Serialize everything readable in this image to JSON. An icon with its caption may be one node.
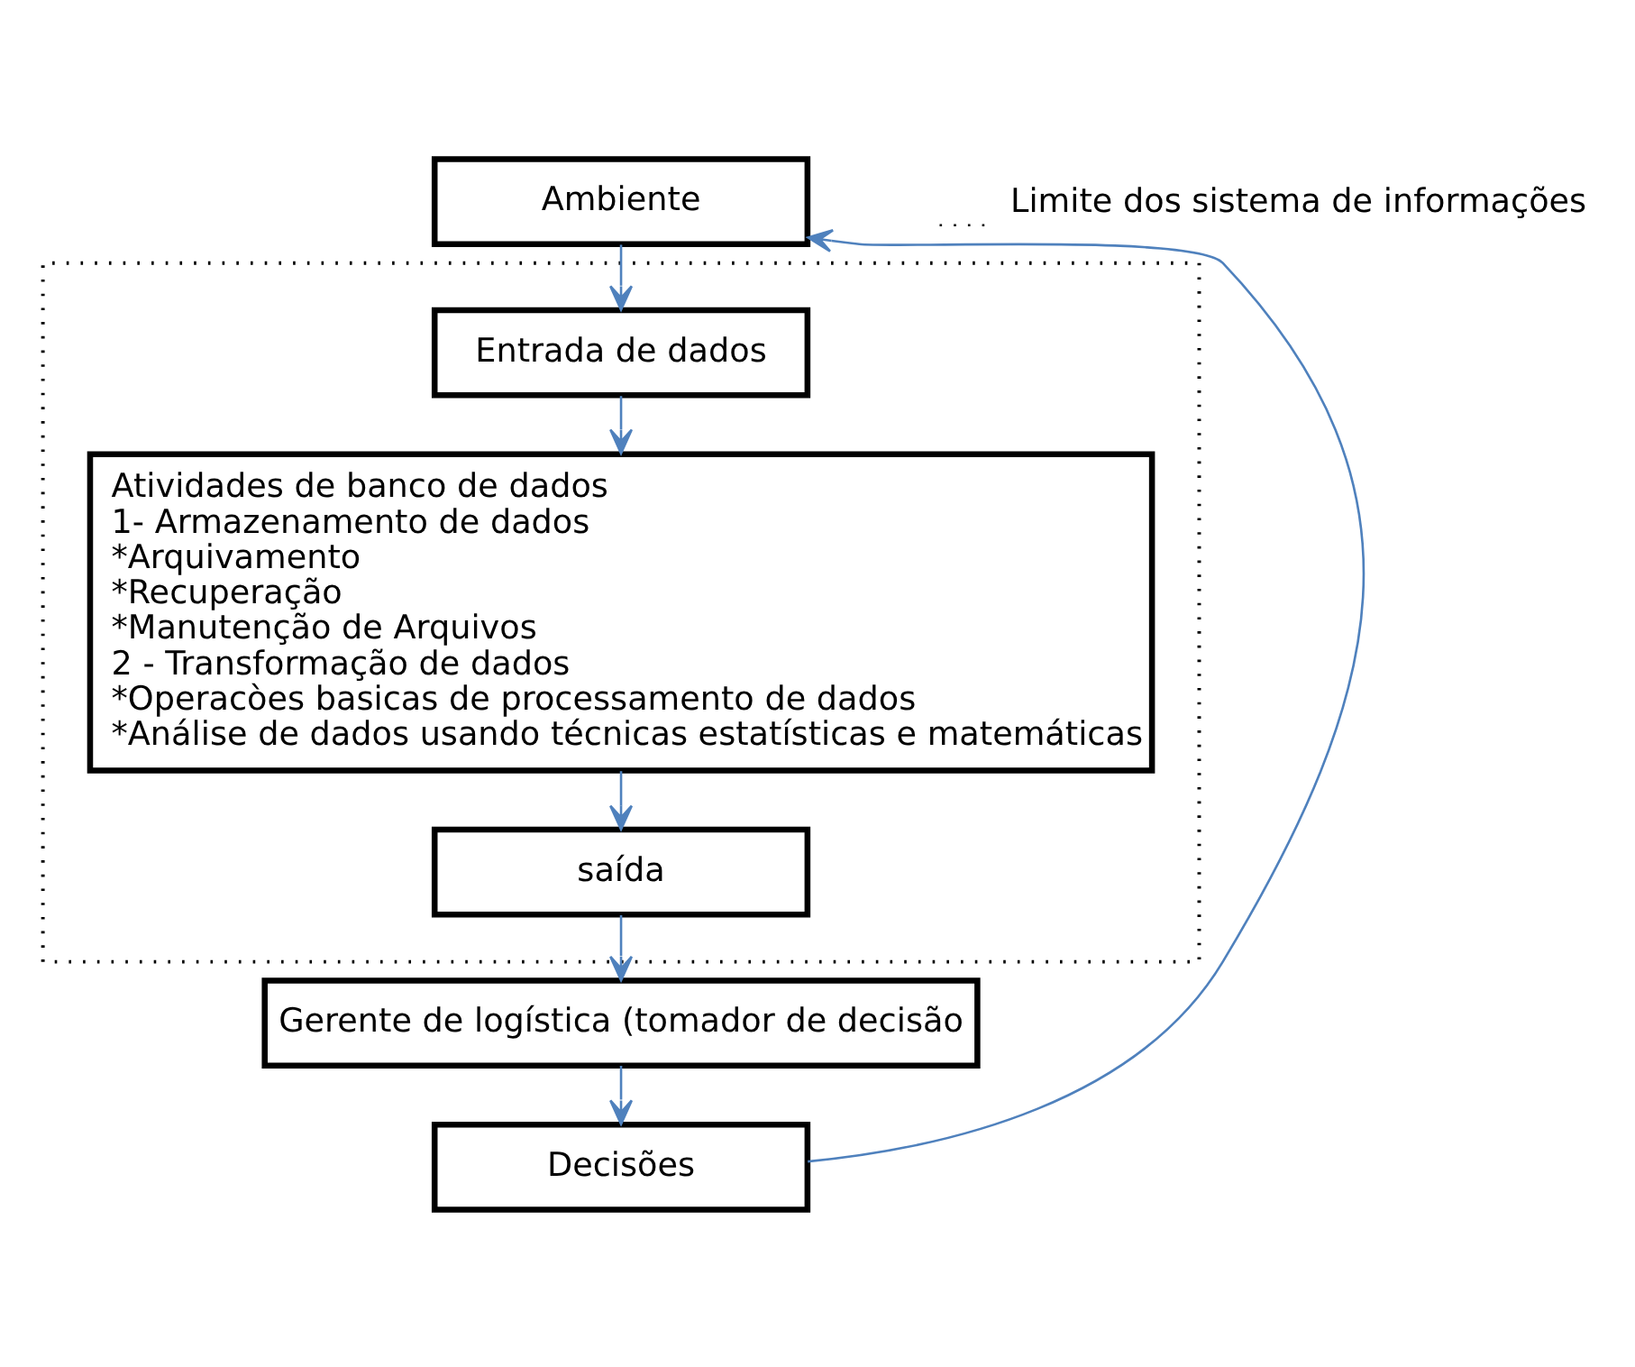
{
  "diagram": {
    "nodes": [
      {
        "text": [
          "Ambiente"
        ]
      },
      {
        "text": [],
        "shape": "box"
      },
      {
        "text": [
          "Entrada de dados"
        ],
        "in": 1
      },
      {
        "text": [
          "Atividades de banco de dados",
          "1- Armazenamento de dados",
          "*Arquivamento",
          "*Recuperação",
          "*Manutenção de Arquivos",
          "2 - Transformação de dados",
          "*Operacòes basicas de processamento de dados",
          "*Análise de dados usando técnicas estatísticas e matemáticas"
        ],
        "in": 1
      },
      {
        "text": [
          "saída"
        ],
        "in": 1
      },
      {
        "text": [
          "Gerente de logística (tomador de decisão"
        ]
      },
      {
        "text": [
          "Decisões"
        ]
      }
    ],
    "edges": [
      {
        "from": 0,
        "to": 2,
        "arrow": "to"
      },
      {
        "from": 2,
        "to": 3,
        "arrow": "to"
      },
      {
        "from": 3,
        "to": 4,
        "arrow": "to"
      },
      {
        "from": 4,
        "to": 5,
        "arrow": "to"
      },
      {
        "from": 5,
        "to": 6,
        "arrow": "to"
      },
      {
        "from": 6,
        "to": 0,
        "arrow": "to"
      }
    ],
    "legend": [
      {
        "text": "Limite dos sistema de informações"
      }
    ]
  }
}
